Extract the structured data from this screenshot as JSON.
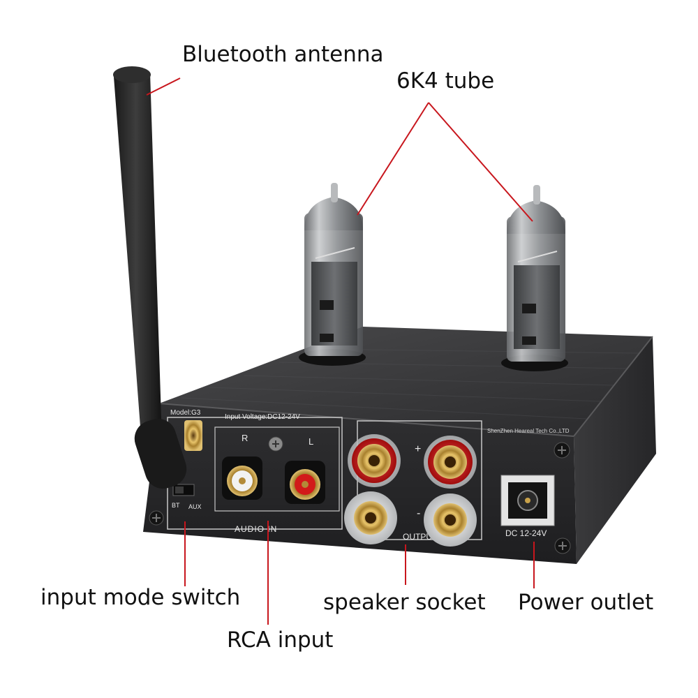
{
  "product": {
    "model_label": "Model:G3",
    "voltage_label": "Input Voltage:DC12-24V",
    "maker_label": "ShenZhen Heareal Tech Co.,LTD",
    "channel_r": "R",
    "channel_l": "L",
    "switch_bt": "BT",
    "switch_aux": "AUX",
    "audio_in_label": "AUDIO IN",
    "output_label": "OUTPUT",
    "plus_mark": "+",
    "minus_mark": "-",
    "dc_label": "DC 12-24V"
  },
  "callouts": {
    "bluetooth_antenna": "Bluetooth antenna",
    "tube": "6K4 tube",
    "input_mode_switch": "input mode switch",
    "rca_input": "RCA input",
    "speaker_socket": "speaker socket",
    "power_outlet": "Power outlet"
  },
  "colors": {
    "leader_line": "#c8161d",
    "chassis": "#2b2b2d",
    "binding_post_red": "#d01818",
    "binding_post_gold": "#c9a24a"
  }
}
